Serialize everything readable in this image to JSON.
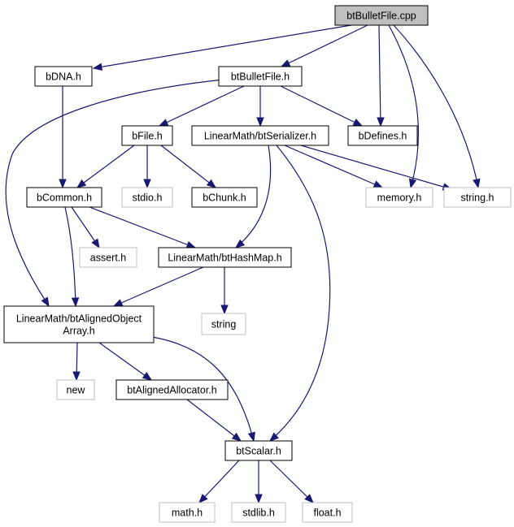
{
  "graph": {
    "nodes": [
      {
        "id": "btBulletFile_cpp",
        "label": "btBulletFile.cpp",
        "kind": "root"
      },
      {
        "id": "bDNA_h",
        "label": "bDNA.h",
        "kind": "primary"
      },
      {
        "id": "btBulletFile_h",
        "label": "btBulletFile.h",
        "kind": "primary"
      },
      {
        "id": "bFile_h",
        "label": "bFile.h",
        "kind": "primary"
      },
      {
        "id": "btSerializer_h",
        "label": "LinearMath/btSerializer.h",
        "kind": "primary"
      },
      {
        "id": "bDefines_h",
        "label": "bDefines.h",
        "kind": "primary"
      },
      {
        "id": "bCommon_h",
        "label": "bCommon.h",
        "kind": "primary"
      },
      {
        "id": "stdio_h",
        "label": "stdio.h",
        "kind": "system"
      },
      {
        "id": "bChunk_h",
        "label": "bChunk.h",
        "kind": "primary"
      },
      {
        "id": "memory_h",
        "label": "memory.h",
        "kind": "system"
      },
      {
        "id": "string_h",
        "label": "string.h",
        "kind": "system"
      },
      {
        "id": "assert_h",
        "label": "assert.h",
        "kind": "system"
      },
      {
        "id": "btHashMap_h",
        "label": "LinearMath/btHashMap.h",
        "kind": "primary"
      },
      {
        "id": "btAlignedObjectArray_h",
        "label": "LinearMath/btAlignedObject\nArray.h",
        "kind": "primary"
      },
      {
        "id": "string",
        "label": "string",
        "kind": "system"
      },
      {
        "id": "new",
        "label": "new",
        "kind": "system"
      },
      {
        "id": "btAlignedAllocator_h",
        "label": "btAlignedAllocator.h",
        "kind": "primary"
      },
      {
        "id": "btScalar_h",
        "label": "btScalar.h",
        "kind": "primary"
      },
      {
        "id": "math_h",
        "label": "math.h",
        "kind": "system"
      },
      {
        "id": "stdlib_h",
        "label": "stdlib.h",
        "kind": "system"
      },
      {
        "id": "float_h",
        "label": "float.h",
        "kind": "system"
      }
    ],
    "edges": [
      {
        "from": "btBulletFile_cpp",
        "to": "bDNA_h"
      },
      {
        "from": "btBulletFile_cpp",
        "to": "btBulletFile_h"
      },
      {
        "from": "btBulletFile_cpp",
        "to": "bDefines_h"
      },
      {
        "from": "btBulletFile_cpp",
        "to": "memory_h"
      },
      {
        "from": "btBulletFile_cpp",
        "to": "string_h"
      },
      {
        "from": "bDNA_h",
        "to": "bCommon_h"
      },
      {
        "from": "btBulletFile_h",
        "to": "bFile_h"
      },
      {
        "from": "btBulletFile_h",
        "to": "btSerializer_h"
      },
      {
        "from": "btBulletFile_h",
        "to": "bDefines_h"
      },
      {
        "from": "btBulletFile_h",
        "to": "btAlignedObjectArray_h"
      },
      {
        "from": "bFile_h",
        "to": "bCommon_h"
      },
      {
        "from": "bFile_h",
        "to": "stdio_h"
      },
      {
        "from": "bFile_h",
        "to": "bChunk_h"
      },
      {
        "from": "btSerializer_h",
        "to": "memory_h"
      },
      {
        "from": "btSerializer_h",
        "to": "string_h"
      },
      {
        "from": "btSerializer_h",
        "to": "btHashMap_h"
      },
      {
        "from": "btSerializer_h",
        "to": "btScalar_h"
      },
      {
        "from": "bCommon_h",
        "to": "assert_h"
      },
      {
        "from": "bCommon_h",
        "to": "btHashMap_h"
      },
      {
        "from": "bCommon_h",
        "to": "btAlignedObjectArray_h"
      },
      {
        "from": "btHashMap_h",
        "to": "btAlignedObjectArray_h"
      },
      {
        "from": "btHashMap_h",
        "to": "string"
      },
      {
        "from": "btAlignedObjectArray_h",
        "to": "new"
      },
      {
        "from": "btAlignedObjectArray_h",
        "to": "btAlignedAllocator_h"
      },
      {
        "from": "btAlignedObjectArray_h",
        "to": "btScalar_h"
      },
      {
        "from": "btAlignedAllocator_h",
        "to": "btScalar_h"
      },
      {
        "from": "btScalar_h",
        "to": "math_h"
      },
      {
        "from": "btScalar_h",
        "to": "stdlib_h"
      },
      {
        "from": "btScalar_h",
        "to": "float_h"
      }
    ]
  },
  "colors": {
    "edge": "#191970",
    "root_fill": "#bfbfbf",
    "primary_border": "#000000",
    "system_border": "#bfbfbf"
  }
}
